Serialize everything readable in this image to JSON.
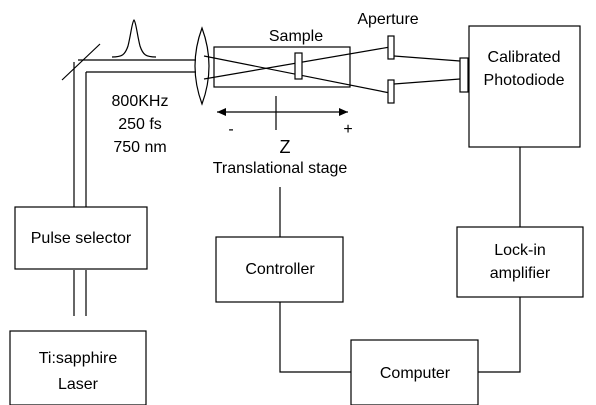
{
  "labels": {
    "sample": "Sample",
    "aperture": "Aperture",
    "calibrated": "Calibrated",
    "photodiode": "Photodiode",
    "rep_rate": "800KHz",
    "pulse_width": "250 fs",
    "wavelength": "750 nm",
    "minus": "-",
    "z": "Z",
    "plus": "+",
    "stage": "Translational stage",
    "pulse_selector": "Pulse selector",
    "controller": "Controller",
    "lockin_1": "Lock-in",
    "lockin_2": "amplifier",
    "computer": "Computer",
    "laser_1": "Ti:sapphire",
    "laser_2": "Laser"
  }
}
